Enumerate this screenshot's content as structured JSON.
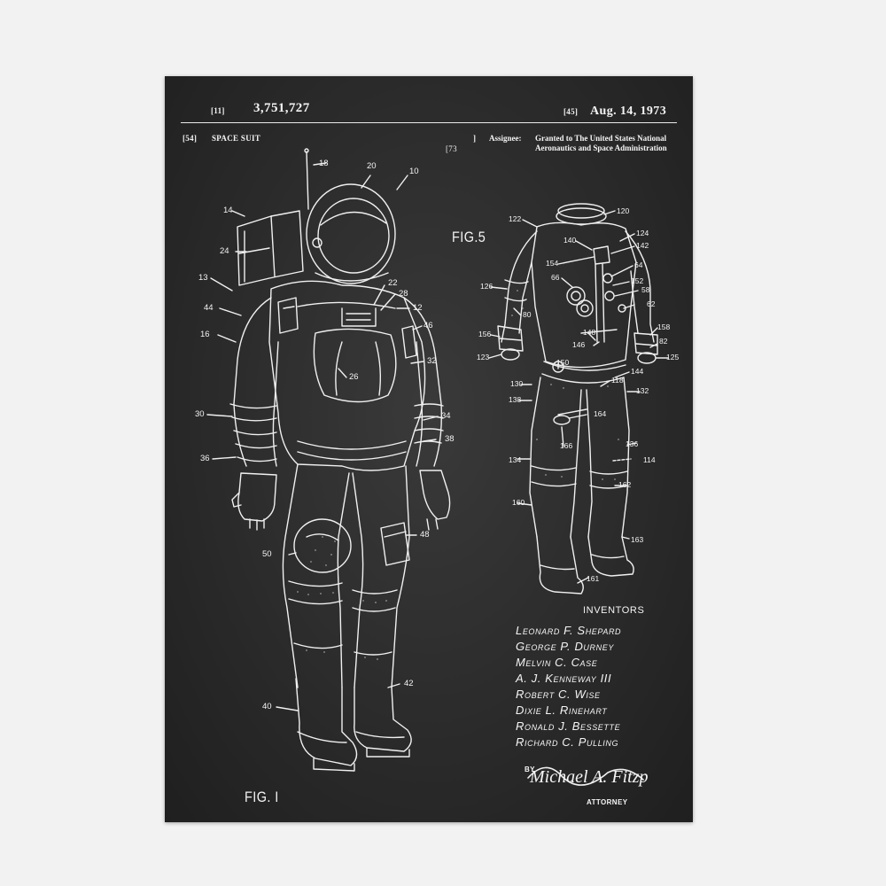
{
  "patent": {
    "number_code": "[11]",
    "number": "3,751,727",
    "date_code": "[45]",
    "date": "Aug. 14, 1973",
    "title_code": "[54]",
    "title": "SPACE SUIT",
    "assignee_code": "[73",
    "assignee_bracket": "]",
    "assignee_label": "Assignee:",
    "assignee_value": "Granted to The United States National Aeronautics and Space Administration"
  },
  "figures": {
    "fig1": "FIG. I",
    "fig5": "FIG.5"
  },
  "fig1_callouts": [
    "18",
    "20",
    "10",
    "14",
    "24",
    "13",
    "22",
    "28",
    "12",
    "44",
    "46",
    "16",
    "26",
    "32",
    "30",
    "34",
    "38",
    "36",
    "48",
    "50",
    "42",
    "40"
  ],
  "fig5_callouts": [
    "120",
    "122",
    "124",
    "140",
    "142",
    "154",
    "64",
    "66",
    "152",
    "58",
    "126",
    "62",
    "80",
    "156",
    "158",
    "148",
    "146",
    "82",
    "123",
    "125",
    "150",
    "144",
    "130",
    "118",
    "132",
    "138",
    "164",
    "166",
    "136",
    "114",
    "134",
    "162",
    "160",
    "163",
    "161"
  ],
  "inventors": {
    "title": "INVENTORS",
    "names": [
      "Leonard F. Shepard",
      "George P. Durney",
      "Melvin C. Case",
      "A. J. Kenneway III",
      "Robert C. Wise",
      "Dixie L. Rinehart",
      "Ronald J. Bessette",
      "Richard C. Pulling"
    ],
    "by": "BY",
    "signature": "Michael A. Fitzp",
    "attorney": "ATTORNEY"
  },
  "colors": {
    "background": "#f2f2f2",
    "chalkboard": "#2b2b2b",
    "chalk": "#f4f4f4"
  }
}
